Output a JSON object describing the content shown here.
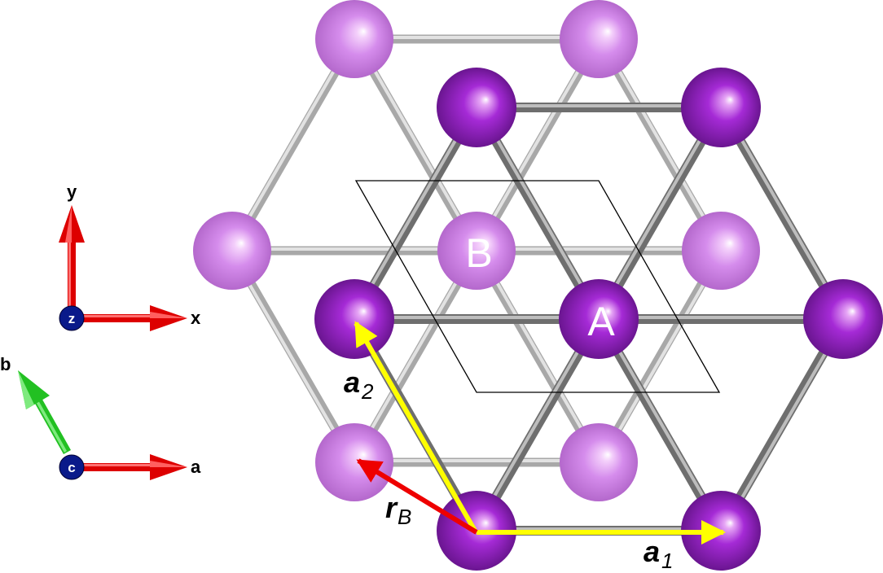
{
  "axes_xyz": {
    "x": "x",
    "y": "y",
    "origin": "z"
  },
  "axes_abc": {
    "a": "a",
    "b": "b",
    "origin": "c"
  },
  "atom_labels": {
    "A": "A",
    "B": "B"
  },
  "vectors": {
    "a1": {
      "main": "a",
      "sub": "1"
    },
    "a2": {
      "main": "a",
      "sub": "2"
    },
    "rB": {
      "main": "r",
      "sub": "B"
    }
  },
  "colors": {
    "atom_A": "#9a22cc",
    "atom_B": "#d080ea",
    "bond_A": "#8a8a8a",
    "bond_B": "#c4c4c4",
    "vector_a": "#ffff00",
    "vector_r": "#ee0000",
    "axis_red": "#dd0000",
    "axis_green": "#22c022",
    "axis_origin": "#0a1a8a"
  }
}
